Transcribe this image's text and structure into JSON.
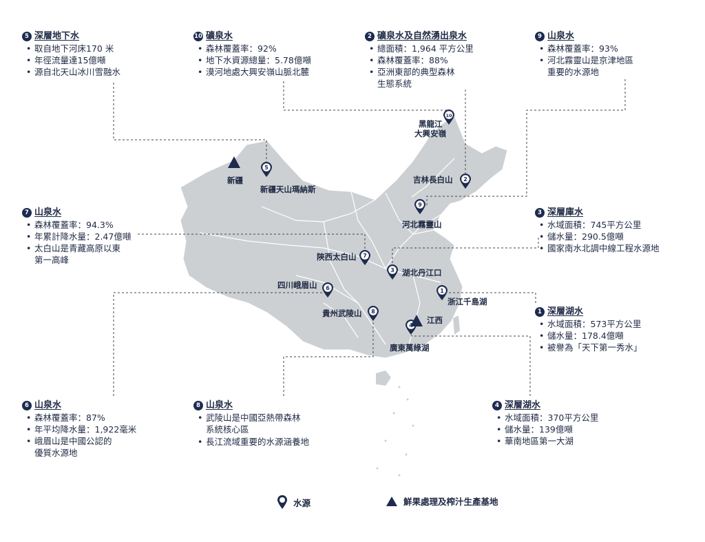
{
  "colors": {
    "map_fill": "#cdd0d3",
    "border": "#ffffff",
    "marker": "#1e2b4f",
    "line": "#444444"
  },
  "callouts": [
    {
      "id": "c5",
      "num": "5",
      "title": "深層地下水",
      "items": [
        "取自地下河床170 米",
        "年徑流量達15億噸",
        "源自北天山冰川雪融水"
      ]
    },
    {
      "id": "c10",
      "num": "10",
      "title": "礦泉水",
      "items": [
        "森林覆蓋率：92%",
        "地下水資源總量：5.78億噸",
        "漠河地處大興安嶺山脈北麓"
      ]
    },
    {
      "id": "c2",
      "num": "2",
      "title": "礦泉水及自然湧出泉水",
      "items": [
        "總面積：1,964 平方公里",
        "森林覆蓋率：88%",
        "亞洲東部的典型森林",
        "生態系統"
      ]
    },
    {
      "id": "c9",
      "num": "9",
      "title": "山泉水",
      "items": [
        "森林覆蓋率：93%",
        "河北霧靈山是京津地區",
        "重要的水源地"
      ]
    },
    {
      "id": "c7",
      "num": "7",
      "title": "山泉水",
      "items": [
        "森林覆蓋率：94.3%",
        "年累計降水量：2.47億噸",
        "太白山是青藏高原以東",
        "第一高峰"
      ]
    },
    {
      "id": "c3",
      "num": "3",
      "title": "深層庫水",
      "items": [
        "水域面積：745平方公里",
        "儲水量：290.5億噸",
        "國家南水北調中線工程水源地"
      ]
    },
    {
      "id": "c1",
      "num": "1",
      "title": "深層湖水",
      "items": [
        "水域面積：573平方公里",
        "儲水量：178.4億噸",
        "被譽為「天下第一秀水」"
      ]
    },
    {
      "id": "c6",
      "num": "6",
      "title": "山泉水",
      "items": [
        "森林覆蓋率：87%",
        "年平均降水量：1,922毫米",
        "峨眉山是中國公認的",
        "優質水源地"
      ]
    },
    {
      "id": "c8",
      "num": "8",
      "title": "山泉水",
      "items": [
        "武陵山是中國亞熱帶森林",
        "系統核心區",
        "長江流域重要的水源涵養地"
      ]
    },
    {
      "id": "c4",
      "num": "4",
      "title": "深層湖水",
      "items": [
        "水域面積：370平方公里",
        "儲水量：139億噸",
        "華南地區第一大湖"
      ]
    }
  ],
  "markers": [
    {
      "num": "10",
      "label": "黑龍江",
      "label2": "大興安嶺"
    },
    {
      "num": "5",
      "label": "新疆天山瑪納斯"
    },
    {
      "num": "2",
      "label": "吉林長白山"
    },
    {
      "num": "9",
      "label": "河北霧靈山"
    },
    {
      "num": "7",
      "label": "陝西太白山"
    },
    {
      "num": "3",
      "label": "湖北丹江口"
    },
    {
      "num": "6",
      "label": "四川峨眉山"
    },
    {
      "num": "1",
      "label": "浙江千島湖"
    },
    {
      "num": "8",
      "label": "貴州武陵山"
    },
    {
      "num": "4",
      "label": "廣東萬綠湖"
    }
  ],
  "bases": [
    {
      "label": "新疆"
    },
    {
      "label": "江西"
    }
  ],
  "legend": {
    "source": "水源",
    "base": "鮮果處理及榨汁生產基地"
  }
}
